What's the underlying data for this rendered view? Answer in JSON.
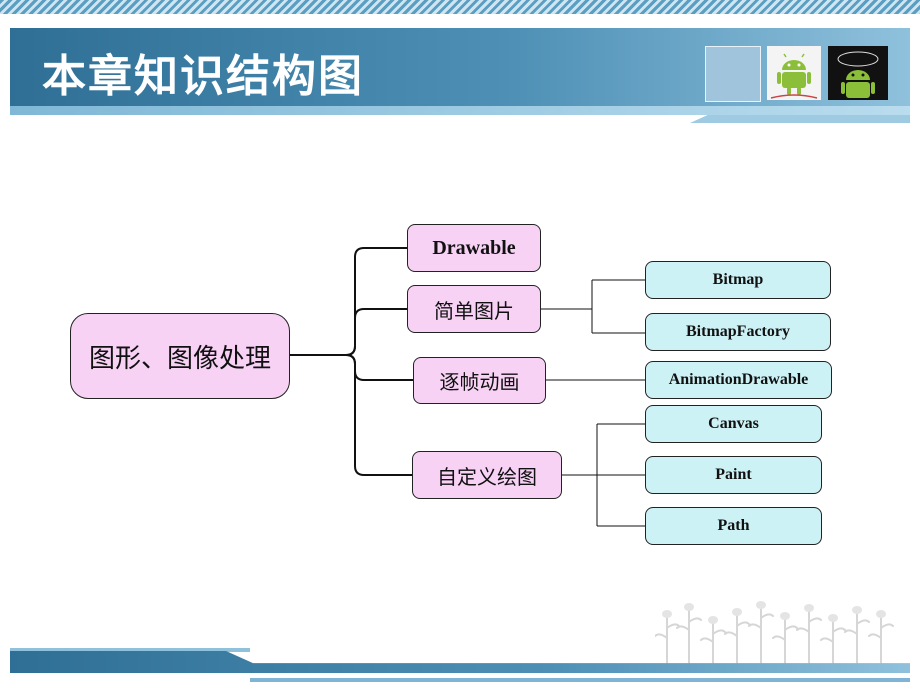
{
  "slide": {
    "title": "本章知识结构图"
  },
  "images": [
    {
      "name": "blue-square-thumbnail"
    },
    {
      "name": "android-robot-image"
    },
    {
      "name": "android-robot-dark-image"
    }
  ],
  "diagram": {
    "root": "图形、图像处理",
    "branches": [
      {
        "label": "Drawable",
        "children": []
      },
      {
        "label": "简单图片",
        "children": [
          "Bitmap",
          "BitmapFactory"
        ]
      },
      {
        "label": "逐帧动画",
        "children": [
          "AnimationDrawable"
        ]
      },
      {
        "label": "自定义绘图",
        "children": [
          "Canvas",
          "Paint",
          "Path"
        ]
      }
    ]
  },
  "colors": {
    "header_dark": "#2f6f95",
    "header_light": "#8fc1dc",
    "root_fill": "#f7d2f5",
    "leaf_fill": "#cdf2f6",
    "android_green": "#8bbf3a"
  }
}
